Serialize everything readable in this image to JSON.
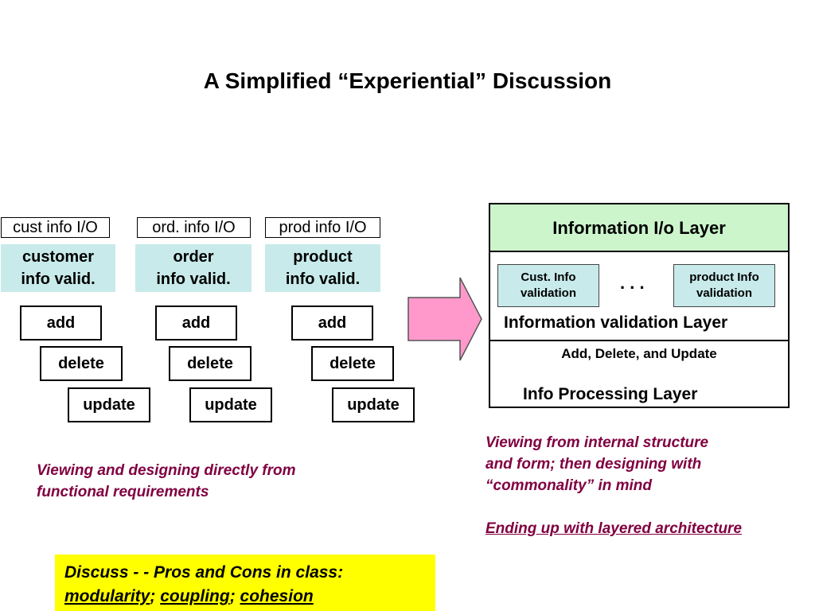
{
  "title": "A Simplified “Experiential” Discussion",
  "left": {
    "columns": [
      {
        "io": "cust info I/O",
        "valid_line1": "customer",
        "valid_line2": "info valid.",
        "add": "add",
        "delete": "delete",
        "update": "update"
      },
      {
        "io": "ord. info I/O",
        "valid_line1": "order",
        "valid_line2": "info valid.",
        "add": "add",
        "delete": "delete",
        "update": "update"
      },
      {
        "io": "prod info I/O",
        "valid_line1": "product",
        "valid_line2": "info valid.",
        "add": "add",
        "delete": "delete",
        "update": "update"
      }
    ],
    "caption_line1": "Viewing and designing directly from",
    "caption_line2": "functional requirements"
  },
  "right": {
    "io_layer": "Information I/o Layer",
    "cust_valid_line1": "Cust. Info",
    "cust_valid_line2": "validation",
    "dots": ". . .",
    "prod_valid_line1": "product Info",
    "prod_valid_line2": "validation",
    "validation_layer": "Information validation Layer",
    "ops_text": "Add, Delete, and Update",
    "processing_layer": "Info Processing Layer",
    "caption_line1": "Viewing from internal structure",
    "caption_line2": "and form; then designing with",
    "caption_line3": "“commonality” in mind",
    "caption_line4": "Ending up with layered architecture"
  },
  "discuss": {
    "line1": "Discuss - - Pros and Cons in class:",
    "term1": "modularity",
    "sep1": ";",
    "term2": "coupling",
    "sep2": ";",
    "term3": "cohesion"
  },
  "colors": {
    "validation_fill": "#c8eaea",
    "io_layer_fill": "#ccf5cc",
    "arrow_fill": "#ff99cc",
    "caption_color": "#800040",
    "discuss_fill": "#ffff00"
  }
}
